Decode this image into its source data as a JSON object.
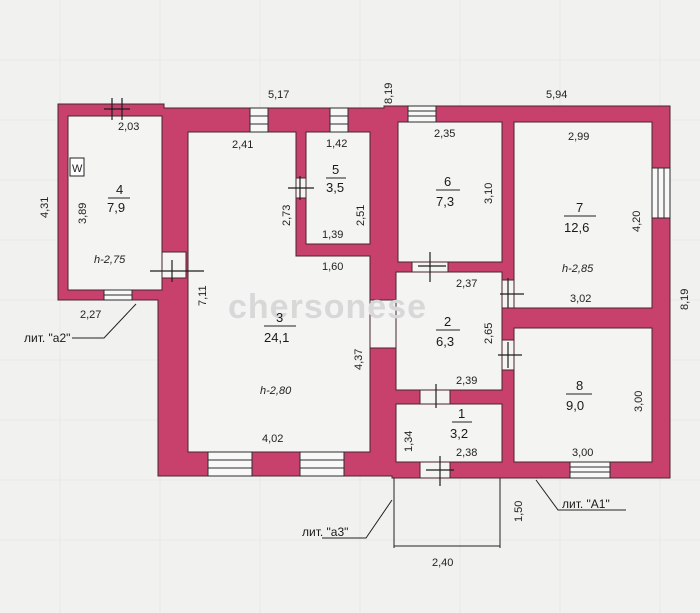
{
  "watermark": "chersonese",
  "dimensions": {
    "top_left": "5,17",
    "top_mid": "8,19",
    "top_right": "5,94",
    "left": "4,31",
    "right": "8,19",
    "bottom": "2,40",
    "porch_h": "1,50"
  },
  "rooms": [
    {
      "num": "1",
      "area": "3,2"
    },
    {
      "num": "2",
      "area": "6,3"
    },
    {
      "num": "3",
      "area": "24,1"
    },
    {
      "num": "4",
      "area": "7,9"
    },
    {
      "num": "5",
      "area": "3,5"
    },
    {
      "num": "6",
      "area": "7,3"
    },
    {
      "num": "7",
      "area": "12,6"
    },
    {
      "num": "8",
      "area": "9,0"
    }
  ],
  "inner_dims": {
    "r4_top": "2,03",
    "r4_left": "3,89",
    "r4_bottom": "2,27",
    "r3_top": "2,41",
    "r3_left": "7,11",
    "r3_right": "4,37",
    "r3_bottom": "4,02",
    "r3_step": "1,60",
    "r3_mid": "2,73",
    "r5_top": "1,42",
    "r5_right": "2,51",
    "r5_bottom": "1,39",
    "r6_top": "2,35",
    "r6_right": "3,10",
    "r7_top": "2,99",
    "r7_right": "4,20",
    "r7_bottom": "3,02",
    "r2_top": "2,37",
    "r2_right": "2,65",
    "r2_bottom": "2,39",
    "r1_left": "1,34",
    "r1_bottom": "2,38",
    "r8_right": "3,00",
    "r8_bottom": "3,00"
  },
  "heights": {
    "r4": "h-2,75",
    "r3": "h-2,80",
    "r7": "h-2,85"
  },
  "labels": {
    "a2": "лит. \"а2\"",
    "a3": "лит. \"а3\"",
    "a1": "лит. \"А1\""
  },
  "meter_glyph": "W"
}
